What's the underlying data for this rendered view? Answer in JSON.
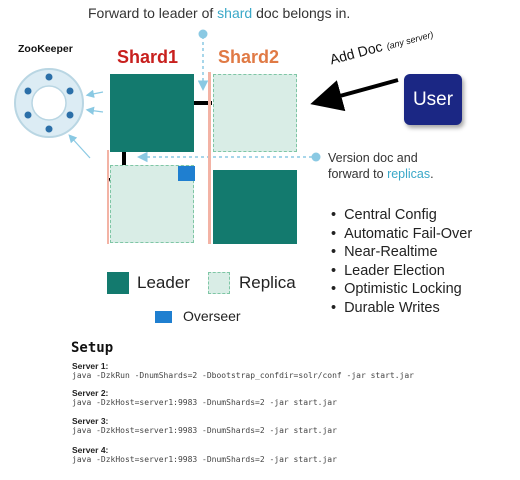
{
  "header": {
    "prefix": "Forward to leader of ",
    "highlight": "shard",
    "suffix": " doc belongs in."
  },
  "zookeeper": {
    "label": "ZooKeeper"
  },
  "shards": [
    {
      "label": "Shard1",
      "color": "#c8201e"
    },
    {
      "label": "Shard2",
      "color": "#e07a45"
    }
  ],
  "add_doc": {
    "label": "Add Doc",
    "note": "(any server)"
  },
  "user": {
    "label": "User"
  },
  "version_note": {
    "line1": "Version doc and",
    "line2_prefix": "forward to ",
    "line2_highlight": "replicas",
    "line2_suffix": "."
  },
  "legend": {
    "leader": "Leader",
    "replica": "Replica",
    "overseer": "Overseer"
  },
  "features": [
    "Central Config",
    "Automatic Fail-Over",
    "Near-Realtime",
    "Leader Election",
    "Optimistic Locking",
    "Durable Writes"
  ],
  "setup": {
    "title": "Setup",
    "servers": [
      {
        "label": "Server 1:",
        "cmd": "java -DzkRun -DnumShards=2 -Dbootstrap_confdir=solr/conf -jar start.jar"
      },
      {
        "label": "Server 2:",
        "cmd": "java -DzkHost=server1:9983 -DnumShards=2 -jar start.jar"
      },
      {
        "label": "Server 3:",
        "cmd": "java -DzkHost=server1:9983 -DnumShards=2 -jar start.jar"
      },
      {
        "label": "Server 4:",
        "cmd": "java -DzkHost=server1:9983 -DnumShards=2 -jar start.jar"
      }
    ]
  },
  "colors": {
    "leader": "#137a6e",
    "replica": "#d9ede6",
    "overseer": "#1f7fd0",
    "user_box": "#1b2784",
    "highlight": "#3aa8c8"
  }
}
